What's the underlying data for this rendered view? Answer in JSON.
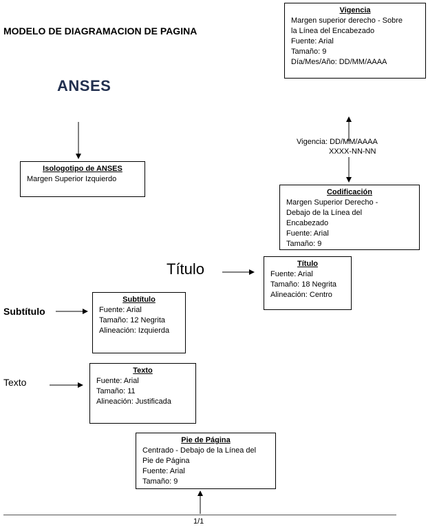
{
  "document": {
    "title": "MODELO DE DIAGRAMACION DE PAGINA",
    "logo_text": "ANSES",
    "labels": {
      "titulo": "Título",
      "subtitulo": "Subtítulo",
      "texto": "Texto"
    },
    "vigencia_code": {
      "line1": "Vigencia: DD/MM/AAAA",
      "line2": "XXXX-NN-NN"
    },
    "page_number": "1/1"
  },
  "boxes": {
    "vigencia": {
      "title": "Vigencia",
      "lines": [
        "Margen superior derecho - Sobre",
        "la Línea del Encabezado",
        "Fuente: Arial",
        "Tamaño: 9",
        "Día/Mes/Año: DD/MM/AAAA"
      ]
    },
    "isologotipo": {
      "title": "Isologotipo de ANSES",
      "lines": [
        "Margen Superior Izquierdo"
      ]
    },
    "codificacion": {
      "title": "Codificación",
      "lines": [
        "Margen Superior Derecho -",
        "Debajo de la Línea del",
        "Encabezado",
        "Fuente: Arial",
        "Tamaño: 9"
      ]
    },
    "titulo": {
      "title": "Título",
      "lines": [
        "Fuente: Arial",
        "Tamaño: 18 Negrita",
        "Alineación: Centro"
      ]
    },
    "subtitulo": {
      "title": "Subtítulo",
      "lines": [
        "Fuente: Arial",
        "Tamaño: 12 Negrita",
        "Alineación: Izquierda"
      ]
    },
    "texto": {
      "title": "Texto",
      "lines": [
        "Fuente: Arial",
        "Tamaño: 11",
        "Alineación: Justificada"
      ]
    },
    "pie": {
      "title": "Pie de Página",
      "lines": [
        "Centrado - Debajo de la Línea del",
        "Pie de Página",
        "Fuente: Arial",
        "Tamaño: 9"
      ]
    }
  },
  "colors": {
    "logo": "#22304f",
    "lines": "#000000"
  }
}
